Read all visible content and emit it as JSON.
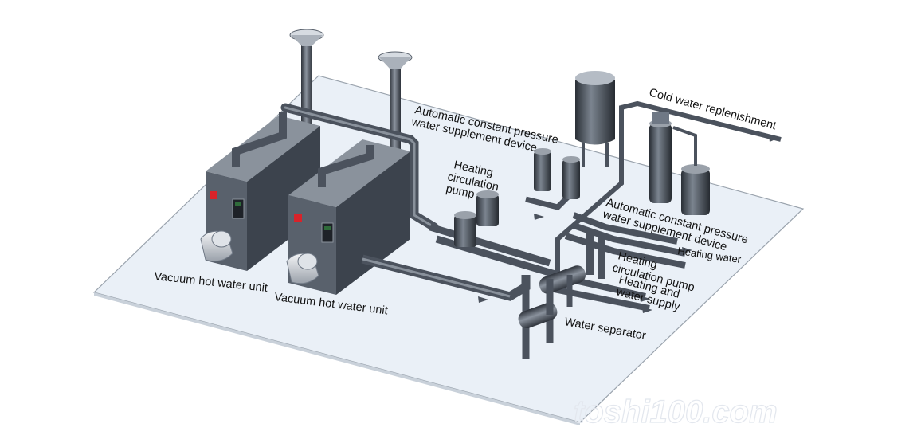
{
  "labels": {
    "vacuum_unit_1": "Vacuum hot water unit",
    "vacuum_unit_2": "Vacuum hot water unit",
    "auto_pressure_top_line1": "Automatic constant pressure",
    "auto_pressure_top_line2": "water supplement device",
    "circ_pump_left_line1": "Heating",
    "circ_pump_left_line2": "circulation",
    "circ_pump_left_line3": "pump",
    "cold_water": "Cold water replenishment",
    "auto_pressure_right_line1": "Automatic constant pressure",
    "auto_pressure_right_line2": "water supplement device",
    "heating_water": "Heating water",
    "circ_pump_right_line1": "Heating",
    "circ_pump_right_line2": "circulation pump",
    "heating_supply_line1": "Heating and",
    "heating_supply_line2": "water supply",
    "water_separator": "Water separator"
  },
  "watermark": "toshi100.com",
  "colors": {
    "floor": "#eaf0f7",
    "floor_edge": "#9aa3ad",
    "metal_dark": "#3d4450",
    "metal_mid": "#6f7885",
    "metal_light": "#c4cad3",
    "unit_front": "#59616c",
    "unit_side": "#3c434d",
    "unit_top": "#8a929c",
    "indicator_red": "#d8232a",
    "panel_green": "#2f6b3a"
  },
  "icons": {
    "arrow": "flow-arrow-icon"
  }
}
